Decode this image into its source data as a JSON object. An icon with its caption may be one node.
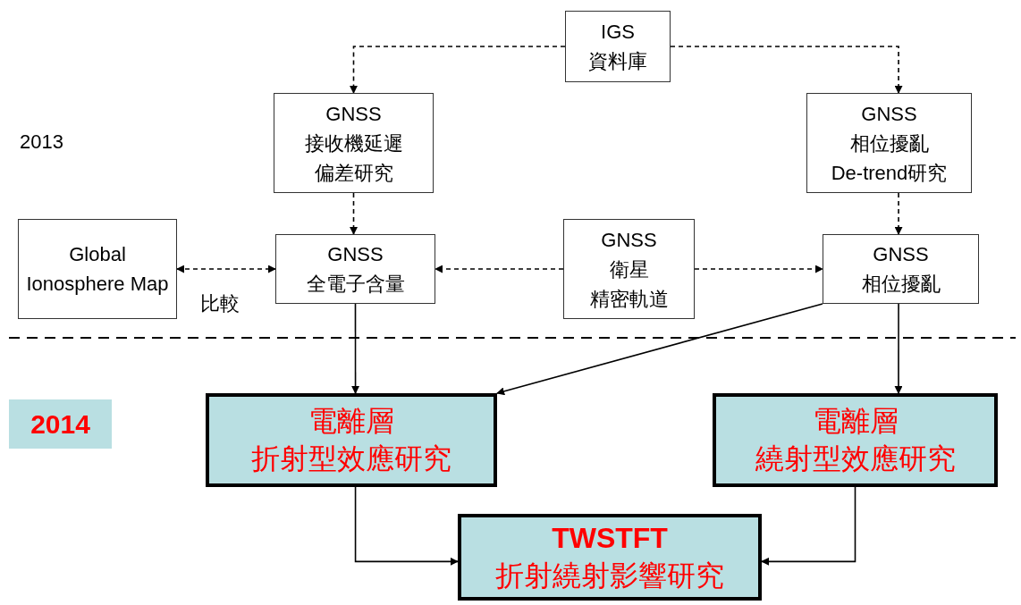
{
  "diagram": {
    "nodes": [
      {
        "text": [
          "IGS",
          "資料庫"
        ]
      },
      {
        "text": [
          "GNSS",
          "接收機延遲",
          "偏差研究"
        ]
      },
      {
        "text": [
          "GNSS",
          "相位擾亂",
          "De-trend研究"
        ]
      },
      {
        "text": [
          "Global Ionosphere Map"
        ]
      },
      {
        "text": [
          "GNSS",
          "全電子含量"
        ]
      },
      {
        "text": [
          "GNSS",
          "衛星",
          "精密軌道"
        ]
      },
      {
        "text": [
          "GNSS",
          "相位擾亂"
        ]
      },
      {
        "text": [
          "2014"
        ]
      },
      {
        "text": [
          "電離層",
          "折射型效應研究"
        ]
      },
      {
        "text": [
          "電離層",
          "繞射型效應研究"
        ]
      },
      {
        "text": [
          "TWSTFT",
          "折射繞射影響研究"
        ]
      }
    ],
    "edges": [
      {
        "from": 0,
        "to": 1,
        "arrow": "to",
        "style": "dashed"
      },
      {
        "from": 0,
        "to": 2,
        "arrow": "to",
        "style": "dashed"
      },
      {
        "from": 1,
        "to": 4,
        "arrow": "to",
        "style": "dashed"
      },
      {
        "from": 2,
        "to": 6,
        "arrow": "to",
        "style": "dashed"
      },
      {
        "from": 3,
        "to": 4,
        "arrow": "both",
        "style": "dashed",
        "label": "比較"
      },
      {
        "from": 5,
        "to": 4,
        "arrow": "to",
        "style": "dashed"
      },
      {
        "from": 5,
        "to": 6,
        "arrow": "to",
        "style": "dashed"
      },
      {
        "from": 4,
        "to": 8,
        "arrow": "to"
      },
      {
        "from": 6,
        "to": 8,
        "arrow": "to"
      },
      {
        "from": 6,
        "to": 9,
        "arrow": "to"
      },
      {
        "from": 8,
        "to": 10,
        "arrow": "to"
      },
      {
        "from": 9,
        "to": 10,
        "arrow": "to"
      }
    ],
    "labels": [
      "2013"
    ]
  }
}
